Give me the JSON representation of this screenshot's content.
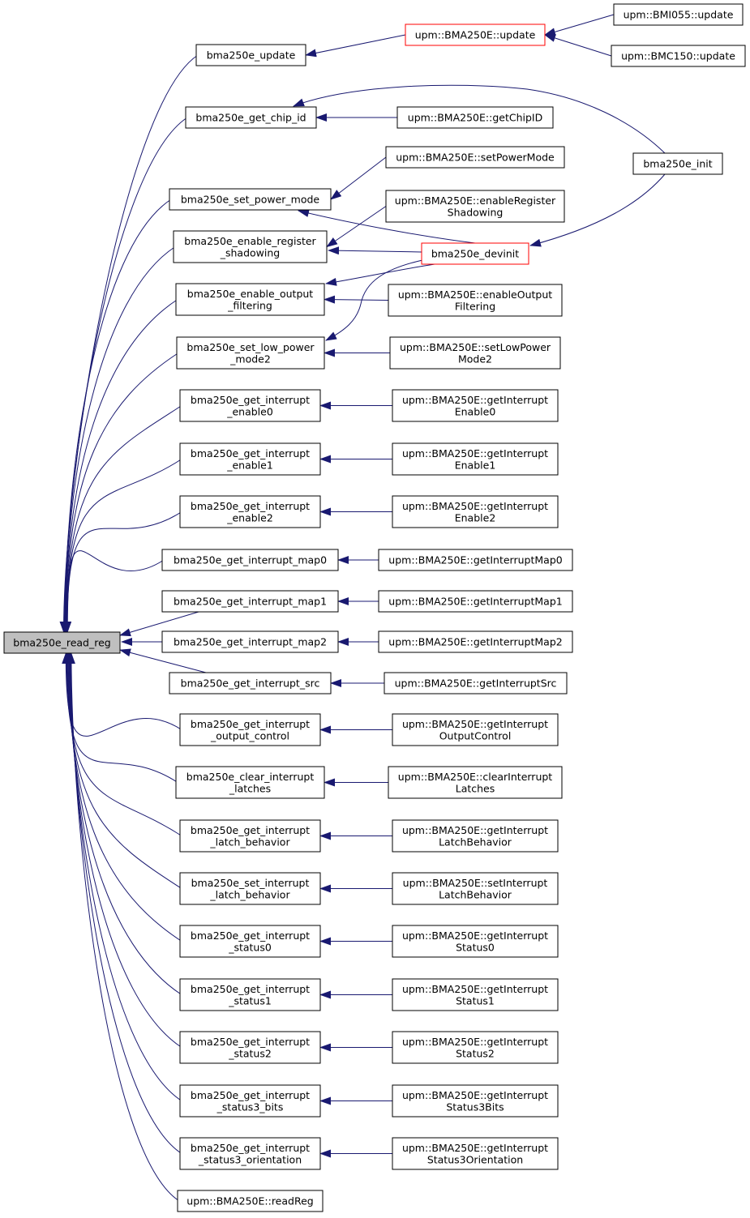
{
  "graph": {
    "nodes": [
      {
        "id": "root",
        "lines": [
          "bma250e_read_reg"
        ],
        "highlight": true
      },
      {
        "id": "update",
        "lines": [
          "bma250e_update"
        ]
      },
      {
        "id": "BMA_update",
        "lines": [
          "upm::BMA250E::update"
        ],
        "border_color": "#ff0000"
      },
      {
        "id": "BMI055_update",
        "lines": [
          "upm::BMI055::update"
        ]
      },
      {
        "id": "BMC150_update",
        "lines": [
          "upm::BMC150::update"
        ]
      },
      {
        "id": "get_chip_id",
        "lines": [
          "bma250e_get_chip_id"
        ]
      },
      {
        "id": "getChipID",
        "lines": [
          "upm::BMA250E::getChipID"
        ]
      },
      {
        "id": "init",
        "lines": [
          "bma250e_init"
        ]
      },
      {
        "id": "setPowerMode_upm",
        "lines": [
          "upm::BMA250E::setPowerMode"
        ]
      },
      {
        "id": "set_power_mode",
        "lines": [
          "bma250e_set_power_mode"
        ]
      },
      {
        "id": "enableRegShadow_upm",
        "lines": [
          "upm::BMA250E::enableRegister",
          "Shadowing"
        ]
      },
      {
        "id": "enable_reg_shadow",
        "lines": [
          "bma250e_enable_register",
          "_shadowing"
        ]
      },
      {
        "id": "devinit",
        "lines": [
          "bma250e_devinit"
        ],
        "border_color": "#ff0000"
      },
      {
        "id": "enable_out_filt",
        "lines": [
          "bma250e_enable_output",
          "_filtering"
        ]
      },
      {
        "id": "enableOutFilt_upm",
        "lines": [
          "upm::BMA250E::enableOutput",
          "Filtering"
        ]
      },
      {
        "id": "set_low_power2",
        "lines": [
          "bma250e_set_low_power",
          "_mode2"
        ]
      },
      {
        "id": "setLowPower2_upm",
        "lines": [
          "upm::BMA250E::setLowPower",
          "Mode2"
        ]
      },
      {
        "id": "gie0",
        "lines": [
          "bma250e_get_interrupt",
          "_enable0"
        ]
      },
      {
        "id": "gie0_upm",
        "lines": [
          "upm::BMA250E::getInterrupt",
          "Enable0"
        ]
      },
      {
        "id": "gie1",
        "lines": [
          "bma250e_get_interrupt",
          "_enable1"
        ]
      },
      {
        "id": "gie1_upm",
        "lines": [
          "upm::BMA250E::getInterrupt",
          "Enable1"
        ]
      },
      {
        "id": "gie2",
        "lines": [
          "bma250e_get_interrupt",
          "_enable2"
        ]
      },
      {
        "id": "gie2_upm",
        "lines": [
          "upm::BMA250E::getInterrupt",
          "Enable2"
        ]
      },
      {
        "id": "gim0",
        "lines": [
          "bma250e_get_interrupt_map0"
        ]
      },
      {
        "id": "gim0_upm",
        "lines": [
          "upm::BMA250E::getInterruptMap0"
        ]
      },
      {
        "id": "gim1",
        "lines": [
          "bma250e_get_interrupt_map1"
        ]
      },
      {
        "id": "gim1_upm",
        "lines": [
          "upm::BMA250E::getInterruptMap1"
        ]
      },
      {
        "id": "gim2",
        "lines": [
          "bma250e_get_interrupt_map2"
        ]
      },
      {
        "id": "gim2_upm",
        "lines": [
          "upm::BMA250E::getInterruptMap2"
        ]
      },
      {
        "id": "gis",
        "lines": [
          "bma250e_get_interrupt_src"
        ]
      },
      {
        "id": "gis_upm",
        "lines": [
          "upm::BMA250E::getInterruptSrc"
        ]
      },
      {
        "id": "gioc",
        "lines": [
          "bma250e_get_interrupt",
          "_output_control"
        ]
      },
      {
        "id": "gioc_upm",
        "lines": [
          "upm::BMA250E::getInterrupt",
          "OutputControl"
        ]
      },
      {
        "id": "cil",
        "lines": [
          "bma250e_clear_interrupt",
          "_latches"
        ]
      },
      {
        "id": "cil_upm",
        "lines": [
          "upm::BMA250E::clearInterrupt",
          "Latches"
        ]
      },
      {
        "id": "gilb",
        "lines": [
          "bma250e_get_interrupt",
          "_latch_behavior"
        ]
      },
      {
        "id": "gilb_upm",
        "lines": [
          "upm::BMA250E::getInterrupt",
          "LatchBehavior"
        ]
      },
      {
        "id": "silb",
        "lines": [
          "bma250e_set_interrupt",
          "_latch_behavior"
        ]
      },
      {
        "id": "silb_upm",
        "lines": [
          "upm::BMA250E::setInterrupt",
          "LatchBehavior"
        ]
      },
      {
        "id": "gis0",
        "lines": [
          "bma250e_get_interrupt",
          "_status0"
        ]
      },
      {
        "id": "gis0_upm",
        "lines": [
          "upm::BMA250E::getInterrupt",
          "Status0"
        ]
      },
      {
        "id": "gis1",
        "lines": [
          "bma250e_get_interrupt",
          "_status1"
        ]
      },
      {
        "id": "gis1_upm",
        "lines": [
          "upm::BMA250E::getInterrupt",
          "Status1"
        ]
      },
      {
        "id": "gis2",
        "lines": [
          "bma250e_get_interrupt",
          "_status2"
        ]
      },
      {
        "id": "gis2_upm",
        "lines": [
          "upm::BMA250E::getInterrupt",
          "Status2"
        ]
      },
      {
        "id": "gis3b",
        "lines": [
          "bma250e_get_interrupt",
          "_status3_bits"
        ]
      },
      {
        "id": "gis3b_upm",
        "lines": [
          "upm::BMA250E::getInterrupt",
          "Status3Bits"
        ]
      },
      {
        "id": "gis3o",
        "lines": [
          "bma250e_get_interrupt",
          "_status3_orientation"
        ]
      },
      {
        "id": "gis3o_upm",
        "lines": [
          "upm::BMA250E::getInterrupt",
          "Status3Orientation"
        ]
      },
      {
        "id": "readReg_upm",
        "lines": [
          "upm::BMA250E::readReg"
        ]
      }
    ],
    "edges": [
      [
        "update",
        "root"
      ],
      [
        "get_chip_id",
        "root"
      ],
      [
        "set_power_mode",
        "root"
      ],
      [
        "enable_reg_shadow",
        "root"
      ],
      [
        "enable_out_filt",
        "root"
      ],
      [
        "set_low_power2",
        "root"
      ],
      [
        "gie0",
        "root"
      ],
      [
        "gie1",
        "root"
      ],
      [
        "gie2",
        "root"
      ],
      [
        "gim0",
        "root"
      ],
      [
        "gim1",
        "root"
      ],
      [
        "gim2",
        "root"
      ],
      [
        "gis",
        "root"
      ],
      [
        "gioc",
        "root"
      ],
      [
        "cil",
        "root"
      ],
      [
        "gilb",
        "root"
      ],
      [
        "silb",
        "root"
      ],
      [
        "gis0",
        "root"
      ],
      [
        "gis1",
        "root"
      ],
      [
        "gis2",
        "root"
      ],
      [
        "gis3b",
        "root"
      ],
      [
        "gis3o",
        "root"
      ],
      [
        "readReg_upm",
        "root"
      ],
      [
        "BMA_update",
        "update"
      ],
      [
        "BMI055_update",
        "BMA_update"
      ],
      [
        "BMC150_update",
        "BMA_update"
      ],
      [
        "getChipID",
        "get_chip_id"
      ],
      [
        "init",
        "get_chip_id"
      ],
      [
        "setPowerMode_upm",
        "set_power_mode"
      ],
      [
        "devinit",
        "set_power_mode"
      ],
      [
        "enableRegShadow_upm",
        "enable_reg_shadow"
      ],
      [
        "devinit",
        "enable_reg_shadow"
      ],
      [
        "init",
        "devinit"
      ],
      [
        "devinit",
        "enable_out_filt"
      ],
      [
        "enableOutFilt_upm",
        "enable_out_filt"
      ],
      [
        "devinit",
        "set_low_power2"
      ],
      [
        "setLowPower2_upm",
        "set_low_power2"
      ],
      [
        "gie0_upm",
        "gie0"
      ],
      [
        "gie1_upm",
        "gie1"
      ],
      [
        "gie2_upm",
        "gie2"
      ],
      [
        "gim0_upm",
        "gim0"
      ],
      [
        "gim1_upm",
        "gim1"
      ],
      [
        "gim2_upm",
        "gim2"
      ],
      [
        "gis_upm",
        "gis"
      ],
      [
        "gioc_upm",
        "gioc"
      ],
      [
        "cil_upm",
        "cil"
      ],
      [
        "gilb_upm",
        "gilb"
      ],
      [
        "silb_upm",
        "silb"
      ],
      [
        "gis0_upm",
        "gis0"
      ],
      [
        "gis1_upm",
        "gis1"
      ],
      [
        "gis2_upm",
        "gis2"
      ],
      [
        "gis3b_upm",
        "gis3b"
      ],
      [
        "gis3o_upm",
        "gis3o"
      ]
    ],
    "colors": {
      "edge": "#191970",
      "node_border": "#000000",
      "highlight_fill": "#bfbfbf",
      "node_fill": "#ffffff"
    }
  }
}
